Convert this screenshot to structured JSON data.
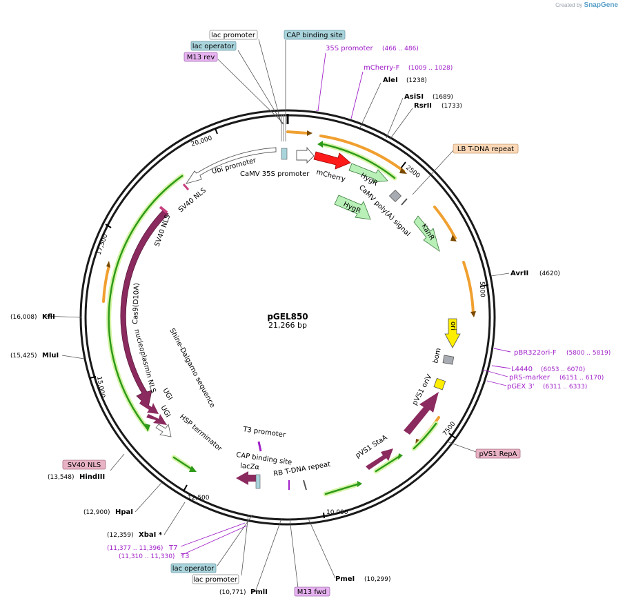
{
  "app": {
    "credit_prefix": "Created by",
    "credit_brand": "SnapGene"
  },
  "plasmid": {
    "name": "pGEL850",
    "size": "21,266 bp"
  },
  "ticks": [
    "2500",
    "5000",
    "7500",
    "10,000",
    "12,500",
    "15,000",
    "17,500",
    "20,000"
  ],
  "features": {
    "ubi_promoter": "Ubi promoter",
    "camv35s": "CaMV 35S promoter",
    "mcherry": "mCherry",
    "hygr": "HygR",
    "camv_polya": "CaMV poly(A) signal",
    "kanr": "KanR",
    "sv40_nls": "SV40 NLS",
    "cas9": "Cas9(D10A)",
    "nucleoplasmin": "nucleoplasmin NLS",
    "ugi": "UGI",
    "hsp": "HSP terminator",
    "shine": "Shine-Dalgarno sequence",
    "t3_promoter": "T3 promoter",
    "cap_site": "CAP binding site",
    "lacza": "lacZα",
    "rb_repeat": "RB T-DNA repeat",
    "pvs1_staa": "pVS1 StaA",
    "pvs1_oriv": "pVS1 oriV",
    "bom": "bom",
    "ori": "ori"
  },
  "boxes": {
    "lac_promoter_top": "lac promoter",
    "cap_binding_top": "CAP binding site",
    "lac_operator_top": "lac operator",
    "m13_rev": "M13 rev",
    "lb_repeat": "LB T-DNA repeat",
    "pvs1_repa": "pVS1 RepA",
    "sv40_nls_box": "SV40 NLS",
    "lac_operator_bottom": "lac operator",
    "lac_promoter_bottom": "lac promoter",
    "m13_fwd": "M13 fwd"
  },
  "sites": {
    "alei": {
      "name": "AleI",
      "pos": "(1238)"
    },
    "asisi": {
      "name": "AsiSI",
      "pos": "(1689)"
    },
    "rsrii": {
      "name": "RsrII",
      "pos": "(1733)"
    },
    "avrii": {
      "name": "AvrII",
      "pos": "(4620)"
    },
    "kfli": {
      "name": "KflI",
      "pos": "(16,008)"
    },
    "mlui": {
      "name": "MluI",
      "pos": "(15,425)"
    },
    "hindiii": {
      "name": "HindIII",
      "pos": "(13,548)"
    },
    "hpai": {
      "name": "HpaI",
      "pos": "(12,900)"
    },
    "xbai": {
      "name": "XbaI *",
      "pos": "(12,359)"
    },
    "pmli": {
      "name": "PmlI",
      "pos": "(10,771)"
    },
    "pmei": {
      "name": "PmeI",
      "pos": "(10,299)"
    }
  },
  "primers": {
    "p35s": {
      "name": "35S promoter",
      "pos": "(466 .. 486)"
    },
    "mcherry_f": {
      "name": "mCherry-F",
      "pos": "(1009 .. 1028)"
    },
    "pbr322": {
      "name": "pBR322ori-F",
      "pos": "(5800 .. 5819)"
    },
    "l4440": {
      "name": "L4440",
      "pos": "(6053 .. 6070)"
    },
    "prs": {
      "name": "pRS-marker",
      "pos": "(6151 .. 6170)"
    },
    "pgex": {
      "name": "pGEX 3'",
      "pos": "(6311 .. 6333)"
    },
    "t7": {
      "name": "T7",
      "pos": "(11,377 .. 11,396)"
    },
    "t3": {
      "name": "T3",
      "pos": "(11,310 .. 11,330)"
    }
  },
  "colors": {
    "backbone": "#1a1a1a",
    "cds": "#8b2a5e",
    "mcherry": "#ff1a1a",
    "resistance": "#b8f0b8",
    "ori": "#ffee00",
    "orange_ann": "#f0a030",
    "green_ann": "#2e9a1a",
    "primer": "#a020c8",
    "box_teal": "#a9d4dc",
    "box_pink": "#e9b3c6",
    "box_peach": "#fbd9b8",
    "box_violet": "#e6b2f0"
  }
}
